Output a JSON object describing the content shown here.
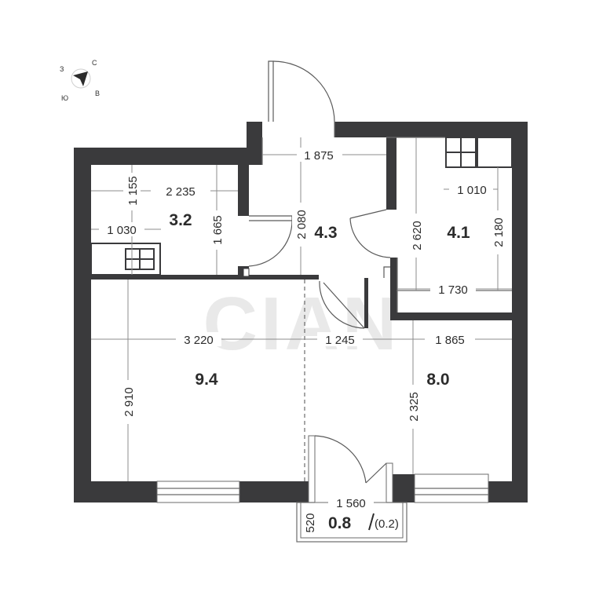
{
  "compass": {
    "north": "С",
    "east": "В",
    "south": "Ю",
    "west": "З"
  },
  "watermark": "CIAN",
  "rooms": {
    "bathroom": "3.2",
    "hall": "4.3",
    "kitchen": "4.1",
    "living": "9.4",
    "bedroom": "8.0",
    "balcony": "0.8",
    "balcony_reduced": "(0.2)"
  },
  "dimensions": {
    "hall_width": "1 875",
    "bath_depth": "1 155",
    "bath_width": "2 235",
    "bath_inner_width": "1 030",
    "bath_height": "1 665",
    "hall_height": "2 080",
    "kitchen_fixture": "1 010",
    "kitchen_height": "2 620",
    "kitchen_height2": "2 180",
    "kitchen_width": "1 730",
    "living_width": "3 220",
    "middle_width": "1 245",
    "bedroom_width": "1 865",
    "living_height": "2 910",
    "bedroom_height": "2 325",
    "balcony_width": "1 560",
    "balcony_depth": "520"
  },
  "colors": {
    "wall": "#3a3a3c",
    "line": "#8c8c8c",
    "text": "#2c2c2c"
  }
}
